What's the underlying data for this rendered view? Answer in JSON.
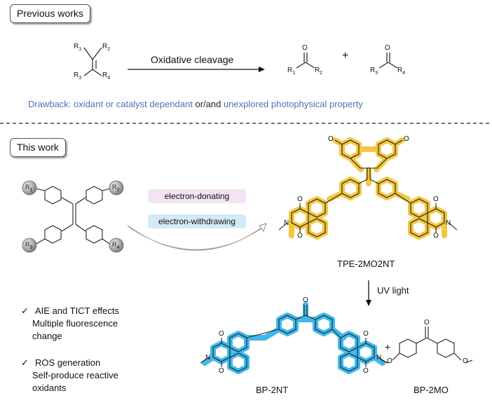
{
  "top": {
    "tag": "Previous works",
    "reaction_label": "Oxidative cleavage",
    "plus": "+",
    "alkene_substituents": [
      "R1",
      "R2",
      "R3",
      "R4"
    ],
    "product1_substituents": [
      "R1",
      "R2"
    ],
    "product2_substituents": [
      "R3",
      "R4"
    ],
    "drawback_prefix": "Drawback: oxidant or catalyst dependant",
    "drawback_joiner": " or/and ",
    "drawback_suffix": "unexplored photophysical property"
  },
  "bottom": {
    "tag": "This work",
    "pill_donating": "electron-donating",
    "pill_withdrawing": "electron-withdrawing",
    "tpe_substituents": [
      "R1",
      "R2",
      "R3",
      "R4"
    ],
    "compound_main": "TPE-2MO2NT",
    "uv_label": "UV light",
    "plus": "+",
    "compound_product1": "BP-2NT",
    "compound_product2": "BP-2MO",
    "features": [
      {
        "check": "✓",
        "line1": "AIE and TICT effects",
        "line2": "Multiple fluorescence",
        "line3": "change"
      },
      {
        "check": "✓",
        "line1": "ROS generation",
        "line2": "Self-produce reactive",
        "line3": "oxidants"
      }
    ]
  },
  "colors": {
    "drawback_blue": "#4a72b8",
    "yellow_glow": "#f3c12b",
    "blue_glow": "#2ab2ea",
    "pill_pink": "#f3e4f3",
    "pill_blue": "#d4eaf9"
  },
  "atoms": {
    "oxygen": "O",
    "nitrogen": "N"
  }
}
